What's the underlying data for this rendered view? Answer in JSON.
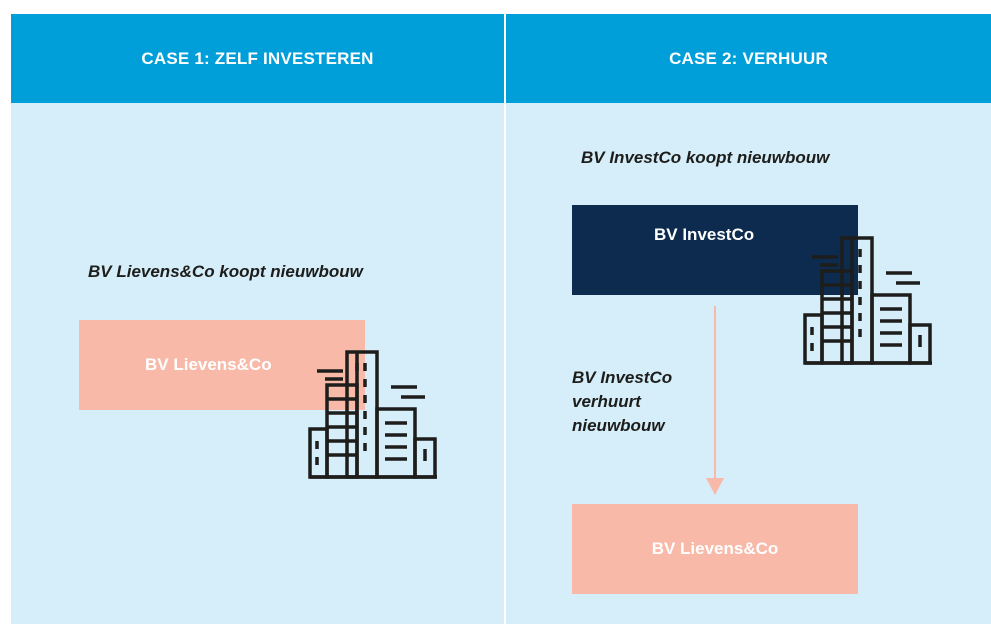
{
  "case1": {
    "header": "CASE 1: ZELF INVESTEREN",
    "caption": "BV Lievens&Co koopt nieuwbouw",
    "box_label": "BV Lievens&Co",
    "icon": "buildings-icon"
  },
  "case2": {
    "header": "CASE 2: VERHUUR",
    "caption": "BV InvestCo koopt nieuwbouw",
    "top_box_label": "BV InvestCo",
    "arrow_caption": "BV InvestCo verhuurt nieuwbouw",
    "bottom_box_label": "BV Lievens&Co",
    "icon": "buildings-icon"
  },
  "colors": {
    "header_bg": "#009fda",
    "panel_bg": "#d6eef9",
    "pink": "#f8b9a8",
    "navy": "#0c2b4e",
    "text_dark": "#1d1d1b"
  }
}
